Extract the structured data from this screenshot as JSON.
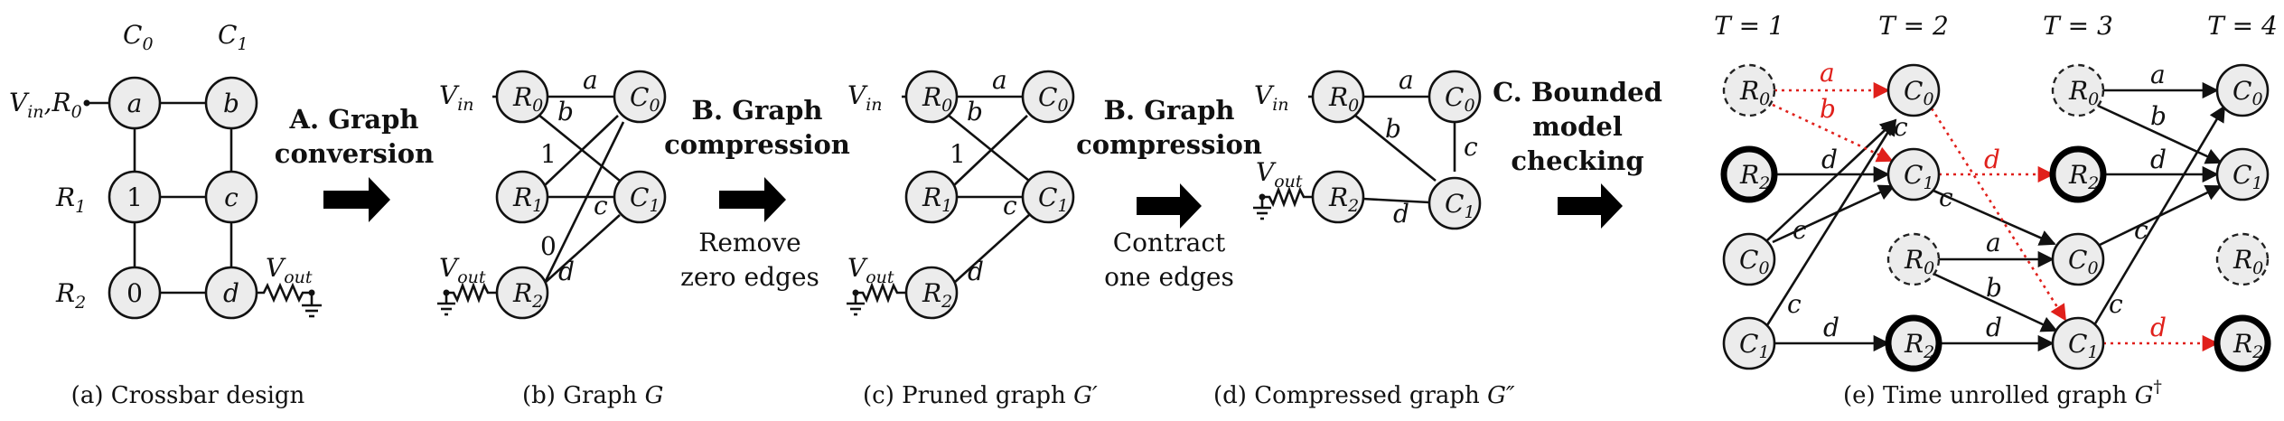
{
  "panel_a": {
    "col_headers": [
      "C",
      "C"
    ],
    "col_header_subs": [
      "0",
      "1"
    ],
    "row_labels": [
      "R",
      "R",
      "R"
    ],
    "row_label_subs": [
      "0",
      "1",
      "2"
    ],
    "vin_prefix": "V",
    "vin_sub": "in",
    "vin_sep": ",",
    "nodes": [
      "a",
      "b",
      "1",
      "c",
      "0",
      "d"
    ],
    "vout": "V",
    "vout_sub": "out",
    "caption": "(a) Crossbar design"
  },
  "arrows": {
    "a_line1": "A. Graph",
    "a_line2": "conversion",
    "b1_line1": "B. Graph",
    "b1_line2": "compression",
    "b1_note1": "Remove",
    "b1_note2": "zero edges",
    "b2_line1": "B. Graph",
    "b2_line2": "compression",
    "b2_note1": "Contract",
    "b2_note2": "one edges",
    "c_line1": "C. Bounded",
    "c_line2": "model",
    "c_line3": "checking"
  },
  "panel_b": {
    "caption_prefix": "(b) Graph ",
    "caption_symbol": "G",
    "edge_labels": [
      "a",
      "b",
      "1",
      "c",
      "0",
      "d"
    ]
  },
  "panel_c": {
    "caption_prefix": "(c) Pruned graph ",
    "caption_symbol": "G′",
    "edge_labels": [
      "a",
      "b",
      "1",
      "c",
      "d"
    ]
  },
  "panel_d": {
    "caption_prefix": "(d) Compressed graph ",
    "caption_symbol": "G″",
    "edge_labels": [
      "a",
      "b",
      "c",
      "d"
    ]
  },
  "panel_e": {
    "time_headers": [
      "T = 1",
      "T = 2",
      "T = 3",
      "T = 4"
    ],
    "caption_prefix": "(e) Time unrolled graph ",
    "caption_symbol": "G",
    "caption_sup": "†",
    "edge_labels_black": [
      "d",
      "c",
      "c",
      "d",
      "c",
      "c",
      "a",
      "b",
      "d",
      "a",
      "b",
      "c",
      "d",
      "c"
    ],
    "edge_labels_red": [
      "a",
      "b",
      "d",
      "d"
    ]
  },
  "colors": {
    "node_fill": "#ececec",
    "stroke": "#111111",
    "highlight": "#e0201b"
  }
}
